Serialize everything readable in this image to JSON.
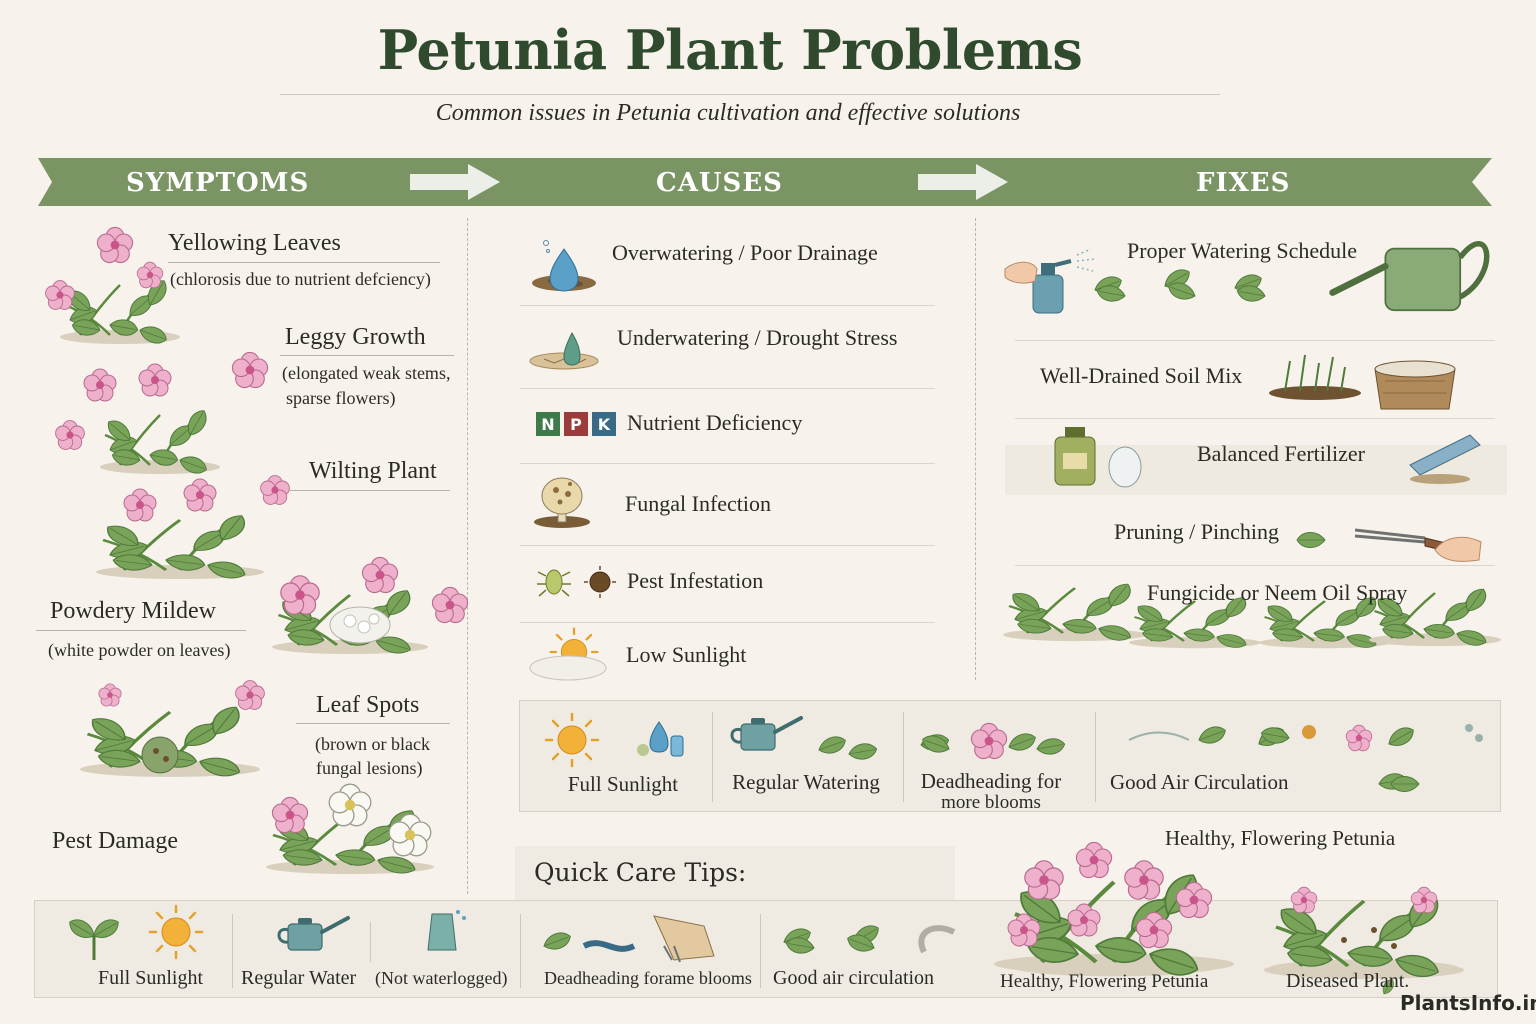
{
  "header": {
    "title": "Petunia Plant Problems",
    "subtitle": "Common issues in Petunia cultivation and effective solutions"
  },
  "banner": {
    "symptoms": "SYMPTOMS",
    "causes": "CAUSES",
    "fixes": "FIXES",
    "color": "#7a9464"
  },
  "symptoms": [
    {
      "title": "Yellowing Leaves",
      "note": "(chlorosis due to nutrient defciency)"
    },
    {
      "title": "Leggy Growth",
      "note1": "(elongated weak stems,",
      "note2": "sparse flowers)"
    },
    {
      "title": "Wilting Plant"
    },
    {
      "title": "Powdery Mildew",
      "note": "(white powder on leaves)"
    },
    {
      "title": "Leaf Spots",
      "note1": "(brown or black",
      "note2": "fungal lesions)"
    },
    {
      "title": "Pest Damage"
    }
  ],
  "causes": [
    {
      "text": "Overwatering  /  Poor Drainage",
      "icon": "water-drop-icon"
    },
    {
      "text": "Underwatering / Drought Stress",
      "icon": "dry-soil-icon"
    },
    {
      "text": "Nutrient Deficiency",
      "icon": "npk-icon",
      "npk": [
        "N",
        "P",
        "K"
      ]
    },
    {
      "text": "Fungal Infection",
      "icon": "fungus-icon"
    },
    {
      "text": "Pest Infestation",
      "icon": "bug-icon"
    },
    {
      "text": "Low Sunlight",
      "icon": "cloudy-sun-icon"
    }
  ],
  "fixes": [
    {
      "text": "Proper Watering Schedule"
    },
    {
      "text": "Well-Drained Soil Mix"
    },
    {
      "text": "Balanced Fertilizer"
    },
    {
      "text": "Pruning / Pinching"
    },
    {
      "text": "Fungicide or Neem Oil Spray"
    }
  ],
  "tips_top": [
    {
      "label": "Full Sunlight"
    },
    {
      "label": "Regular Watering"
    },
    {
      "label1": "Deadheading for",
      "label2": "more blooms"
    },
    {
      "label": "Good Air Circulation"
    }
  ],
  "quick_care": {
    "title": "Quick Care Tips:",
    "healthy_top": "Healthy, Flowering Petunia",
    "items": [
      "Full Sunlight",
      "Regular Water",
      "(Not waterlogged)",
      "Deadheading forame blooms",
      "Good air circulation"
    ],
    "healthy_bottom": "Healthy, Flowering Petunia",
    "diseased": "Diseased Plant."
  },
  "brand": "PlantsInfo.in",
  "colors": {
    "leaf": "#6f9a52",
    "flower": "#e8a7c4",
    "accent": "#2f4a2c"
  }
}
